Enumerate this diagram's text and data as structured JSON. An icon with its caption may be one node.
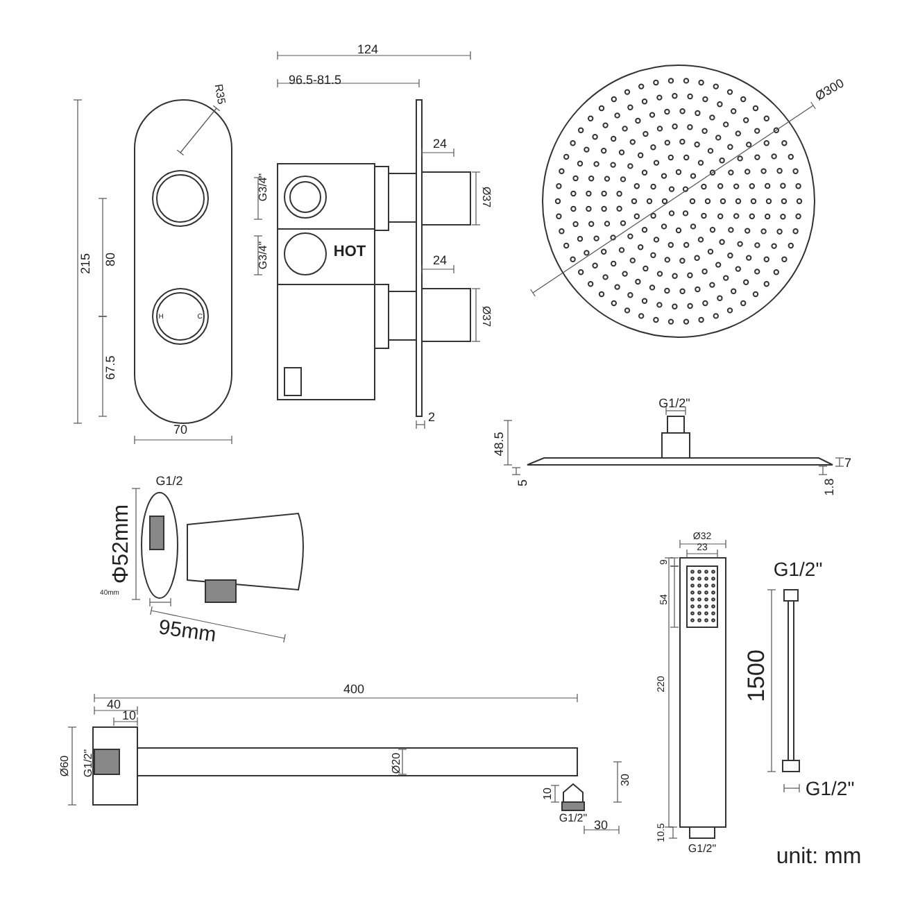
{
  "diagram": {
    "labels": [
      "124",
      "96.5-81.5",
      "R35",
      "24",
      "G3/4\"",
      "Ø37",
      "215",
      "80",
      "G3/4\"",
      "HOT",
      "24",
      "Ø37",
      "67.5",
      "H",
      "C",
      "2",
      "70",
      "Ø300",
      "G1/2\"",
      "48.5",
      "7",
      "5",
      "1.8",
      "G1/2",
      "Φ52mm",
      "40mm",
      "95mm",
      "Ø32",
      "23",
      "9",
      "G1/2\"",
      "54",
      "220",
      "1500",
      "400",
      "40",
      "10",
      "Ø60",
      "G1/2\"",
      "Ø20",
      "10",
      "G1/2\"",
      "30",
      "G1/2\"",
      "30",
      "10.5",
      "G1/2\"",
      "unit: mm"
    ]
  }
}
